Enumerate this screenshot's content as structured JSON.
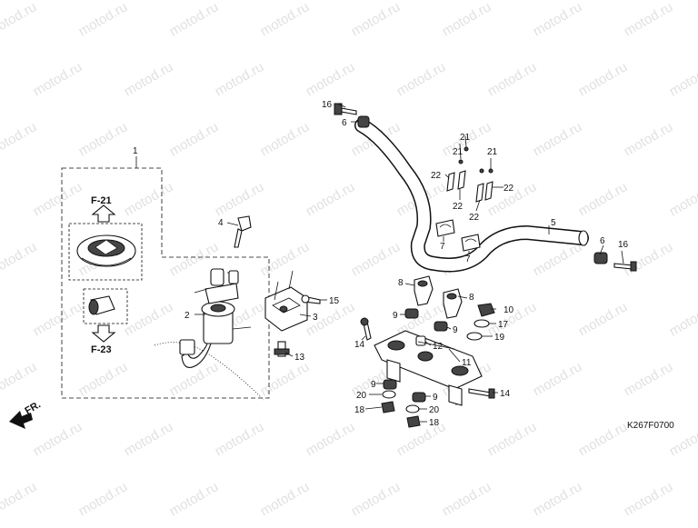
{
  "diagram": {
    "watermark": "motod.ru",
    "drawing_code": "K267F0700",
    "front_marker": "FR.",
    "refs": {
      "ref_top": "F-21",
      "ref_bottom": "F-23"
    },
    "callouts": {
      "c1": "1",
      "c2": "2",
      "c3": "3",
      "c4": "4",
      "c5": "5",
      "c6a": "6",
      "c6b": "6",
      "c7a": "7",
      "c7b": "7",
      "c8a": "8",
      "c8b": "8",
      "c9a": "9",
      "c9b": "9",
      "c9c": "9",
      "c9d": "9",
      "c10": "10",
      "c11": "11",
      "c12": "12",
      "c13": "13",
      "c14a": "14",
      "c14b": "14",
      "c15": "15",
      "c16a": "16",
      "c16b": "16",
      "c17": "17",
      "c18a": "18",
      "c18b": "18",
      "c19": "19",
      "c20a": "20",
      "c20b": "20",
      "c21a": "21",
      "c21b": "21",
      "c21c": "21",
      "c22a": "22",
      "c22b": "22",
      "c22c": "22",
      "c22d": "22"
    }
  }
}
